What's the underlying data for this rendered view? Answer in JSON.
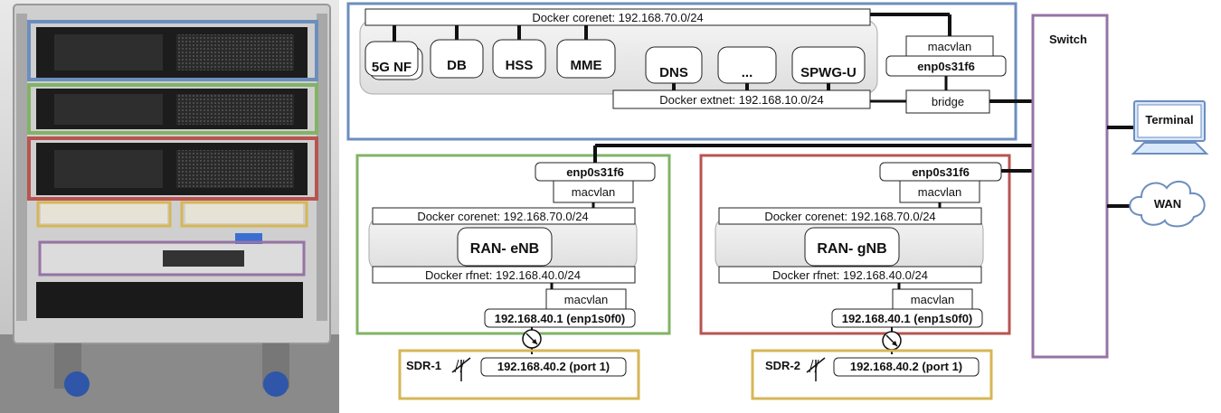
{
  "core": {
    "corenet": "Docker corenet: 192.168.70.0/24",
    "extnet": "Docker extnet: 192.168.10.0/24",
    "containers": [
      "5G NF",
      "DB",
      "HSS",
      "MME",
      "DNS",
      "...",
      "SPWG-U"
    ],
    "macvlan": "macvlan",
    "iface": "enp0s31f6",
    "bridge": "bridge"
  },
  "enb": {
    "iface": "enp0s31f6",
    "macvlan_top": "macvlan",
    "corenet": "Docker corenet: 192.168.70.0/24",
    "ran": "RAN- eNB",
    "rfnet": "Docker rfnet: 192.168.40.0/24",
    "macvlan_bottom": "macvlan",
    "ip": "192.168.40.1 (enp1s0f0)",
    "sdr_label": "SDR-1",
    "sdr_ip": "192.168.40.2 (port 1)"
  },
  "gnb": {
    "iface": "enp0s31f6",
    "macvlan_top": "macvlan",
    "corenet": "Docker corenet: 192.168.70.0/24",
    "ran": "RAN- gNB",
    "rfnet": "Docker rfnet: 192.168.40.0/24",
    "macvlan_bottom": "macvlan",
    "ip": "192.168.40.1 (enp1s0f0)",
    "sdr_label": "SDR-2",
    "sdr_ip": "192.168.40.2 (port 1)"
  },
  "switch": "Switch",
  "terminal": "Terminal",
  "wan": "WAN",
  "colors": {
    "blue": "#6c8ebf",
    "green": "#82b366",
    "red": "#b85450",
    "yellow": "#d6b656",
    "purple": "#9673a6"
  }
}
